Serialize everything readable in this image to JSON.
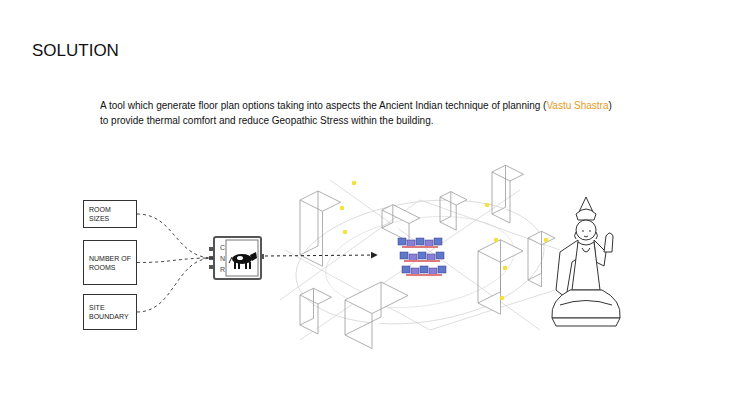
{
  "diagram": {
    "title": "SOLUTION",
    "nodes": [
      {
        "text": [
          "ROOM SIZES"
        ]
      },
      {
        "text": [
          "NUMBER OF ROOMS"
        ]
      },
      {
        "text": [
          "SITE BOUNDARY"
        ]
      },
      {
        "text": [
          "C",
          "N",
          "R"
        ]
      }
    ],
    "edges": [
      {
        "from": 0,
        "to": 3,
        "arrow": "none"
      },
      {
        "from": 1,
        "to": 3,
        "arrow": "none"
      },
      {
        "from": 2,
        "to": 3,
        "arrow": "none"
      }
    ],
    "labels": [
      "A tool which generate floor plan options taking into aspects the Ancient Indian technique of planning (",
      "Vastu Shastra",
      ")",
      "to provide thermal comfort and reduce Geopathic Stress within the building."
    ]
  }
}
